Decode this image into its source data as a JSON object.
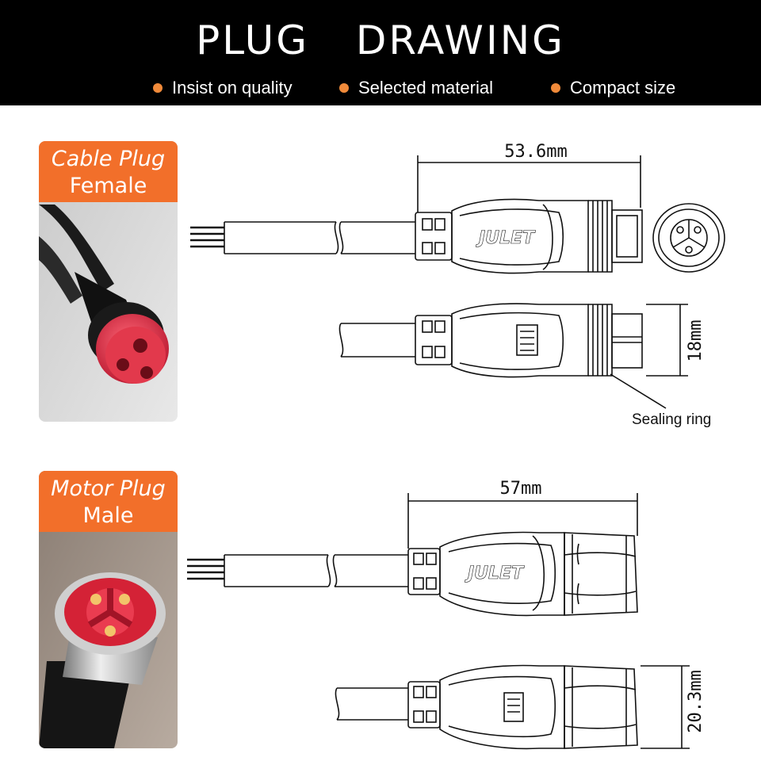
{
  "header": {
    "title": "PLUG DRAWING",
    "features": [
      "Insist on quality",
      "Selected material",
      "Compact size"
    ],
    "accent": "#f08a3a",
    "background": "#000000"
  },
  "female": {
    "badge_line1": "Cable Plug",
    "badge_line2": "Female",
    "length_label": "53.6mm",
    "height_label": "18mm",
    "callout": "Sealing ring",
    "brand": "JULET"
  },
  "male": {
    "badge_line1": "Motor Plug",
    "badge_line2": "Male",
    "length_label": "57mm",
    "height_label": "20.3mm",
    "brand": "JULET"
  },
  "colors": {
    "badge": "#f26f2a",
    "connector_red": "#d8243a"
  }
}
